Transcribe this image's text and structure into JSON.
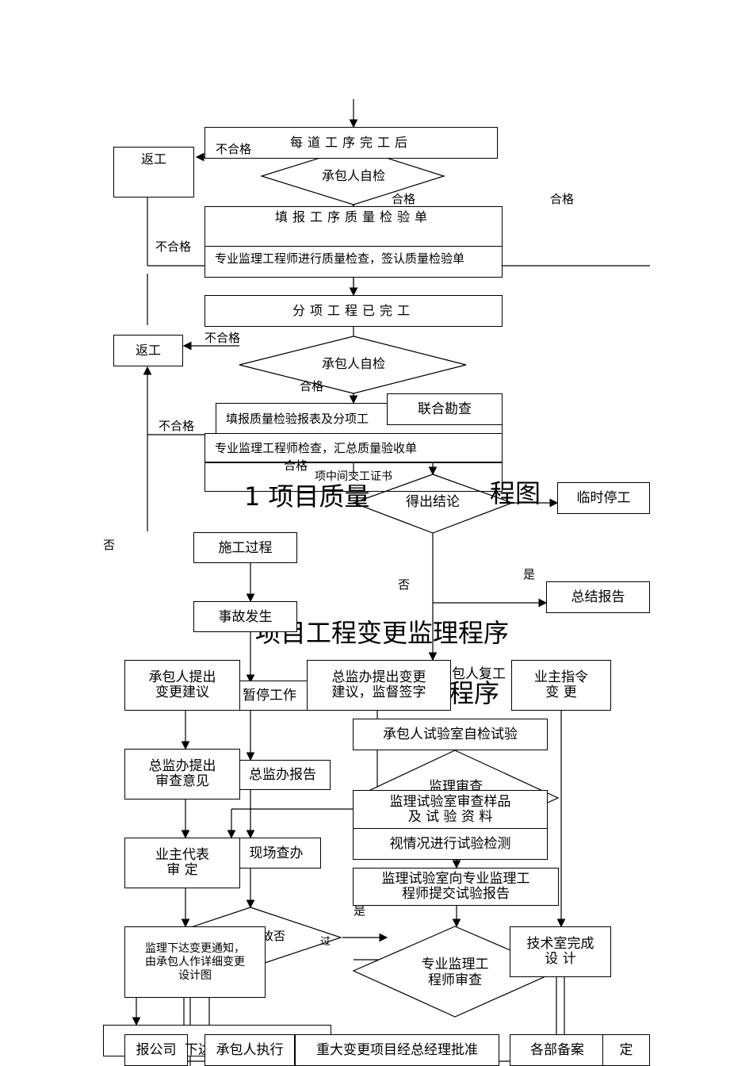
{
  "ghost": {
    "title1": "1 项目质量",
    "title1b": "程图",
    "title2": "项目工程变更监理程序",
    "title3": "程序"
  },
  "quality": {
    "step_complete": "每道工序完工后",
    "self_check": "承包人自检",
    "rework": "返工",
    "fill_form": "填报工序质量检验单",
    "engineer_check": "专业监理工程师进行质量检查，签认质量检验单",
    "subitem_done": "分项工程已完工",
    "self_check2": "承包人自检",
    "rework2": "返工",
    "fill_report": "填报质量检验报表及分项工",
    "engineer_check2": "专业监理工程师检查，汇总质量验收单",
    "interim_cert": "项中间交工证书",
    "fail": "不合格",
    "pass": "合格"
  },
  "accident": {
    "joint_survey": "联合勘查",
    "conclusion": "得出结论",
    "temp_stop": "临时停工",
    "summary": "总结报告",
    "construction": "施工过程",
    "accident": "事故发生",
    "stop_work": "暂停工作",
    "report": "总监办报告",
    "site_check": "现场查办",
    "resume": "包人复工",
    "no": "否",
    "yes": "是",
    "deny": "故否",
    "fragment_guo": "过"
  },
  "change": {
    "contractor_propose": "承包人提出\n变更建议",
    "chief_propose": "总监办提出变更\n建议，监督签字",
    "owner_order": "业主指令\n变   更",
    "chief_review": "总监办提出\n审查意见",
    "owner_rep": "业主代表\n审    定",
    "notice": "监理下达变更通知，\n由承包人作详细变更\n设计图",
    "tech_done": "技术室完成\n设    计",
    "report_company": "报公司",
    "issue": "下达",
    "contractor_exec": "承包人执行",
    "major_change": "重大变更项目经总经理批准",
    "record": "各部备案",
    "settle": "定"
  },
  "test": {
    "lab_self": "承包人试验室自检试验",
    "supervise_review": "监理审查",
    "lab_sample": "监理试验室审查样品\n及 试 验 资 料",
    "inspection": "视情况进行试验检测",
    "lab_report": "监理试验室向专业监理工\n程师提交试验报告",
    "engineer_review": "专业监理工\n程师审查",
    "yes": "是"
  }
}
